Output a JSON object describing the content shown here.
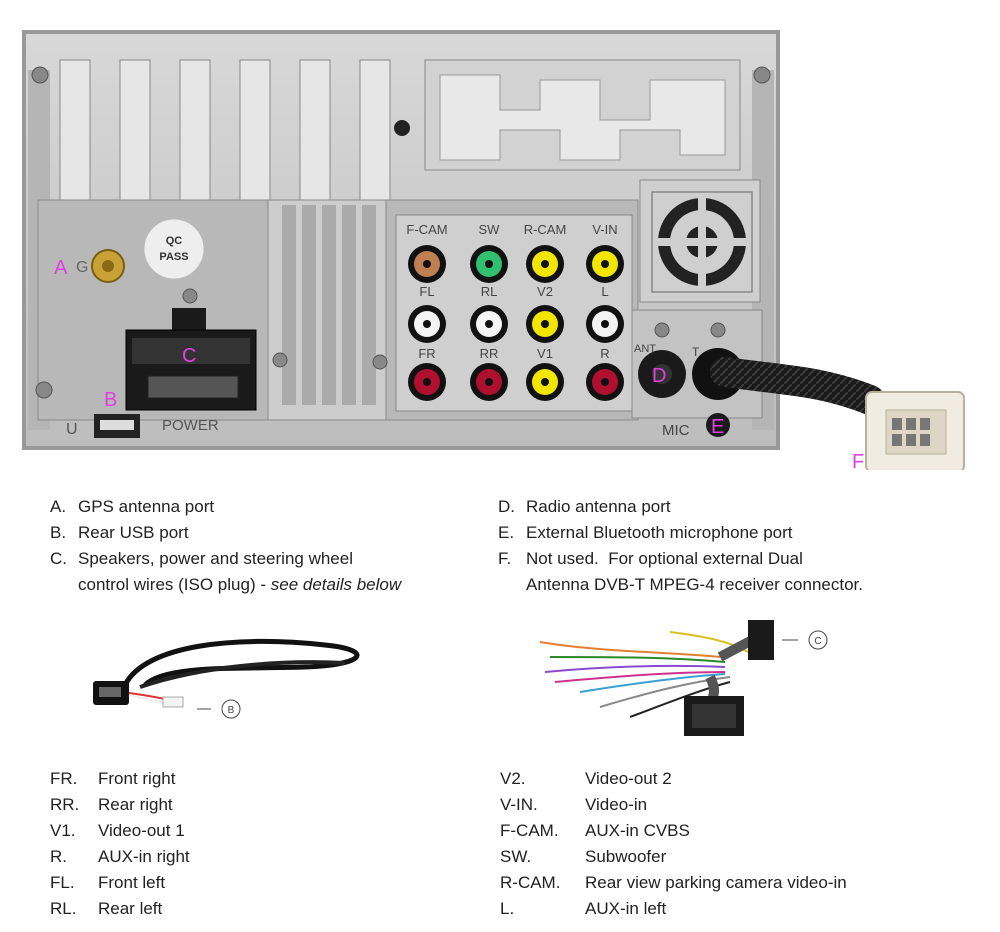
{
  "unit_labels": {
    "fcam": "F-CAM",
    "sw": "SW",
    "rcam": "R-CAM",
    "vin": "V-IN",
    "fl": "FL",
    "rl": "RL",
    "v2": "V2",
    "l": "L",
    "fr": "FR",
    "rr": "RR",
    "v1": "V1",
    "r": "R",
    "ant": "ANT",
    "t": "T",
    "mic": "MIC",
    "power": "POWER",
    "u": "U",
    "qc_line1": "QC",
    "qc_line2": "PASS",
    "g": "G"
  },
  "callout_letters": {
    "a": "A",
    "b": "B",
    "c": "C",
    "d": "D",
    "e": "E",
    "f": "F"
  },
  "legend": [
    {
      "key": "A.",
      "text": "GPS antenna port"
    },
    {
      "key": "B.",
      "text": "Rear USB port"
    },
    {
      "key": "C.",
      "text": "Speakers, power and steering wheel",
      "text2": "control wires (ISO plug) - ",
      "text2_italic": "see details below"
    },
    {
      "key": "D.",
      "text": "Radio antenna port"
    },
    {
      "key": "E.",
      "text": "External Bluetooth microphone port"
    },
    {
      "key": "F.",
      "text": "Not used.  For optional external Dual",
      "text2": "Antenna DVB-T MPEG-4 receiver connector."
    }
  ],
  "cable_callouts": {
    "usb": "B",
    "harness": "C"
  },
  "abbreviations_left": [
    {
      "key": "FR.",
      "value": "Front right"
    },
    {
      "key": "RR.",
      "value": "Rear right"
    },
    {
      "key": "V1.",
      "value": "Video-out 1"
    },
    {
      "key": "R.",
      "value": "AUX-in right"
    },
    {
      "key": "FL.",
      "value": "Front left"
    },
    {
      "key": "RL.",
      "value": "Rear left"
    }
  ],
  "abbreviations_right": [
    {
      "key": "V2.",
      "value": "Video-out 2"
    },
    {
      "key": "V-IN.",
      "value": "Video-in"
    },
    {
      "key": "F-CAM.",
      "value": "AUX-in CVBS"
    },
    {
      "key": "SW.",
      "value": "Subwoofer"
    },
    {
      "key": "R-CAM.",
      "value": "Rear view parking camera video-in"
    },
    {
      "key": "L.",
      "value": "AUX-in left"
    }
  ],
  "colors": {
    "callout_magenta": "#e040e0",
    "chassis": "#c9c9c9",
    "rca_yellow": "#f2e600",
    "rca_red": "#b01030",
    "rca_white": "#f4f4f4",
    "rca_green": "#30c070",
    "rca_brown": "#c08050"
  }
}
